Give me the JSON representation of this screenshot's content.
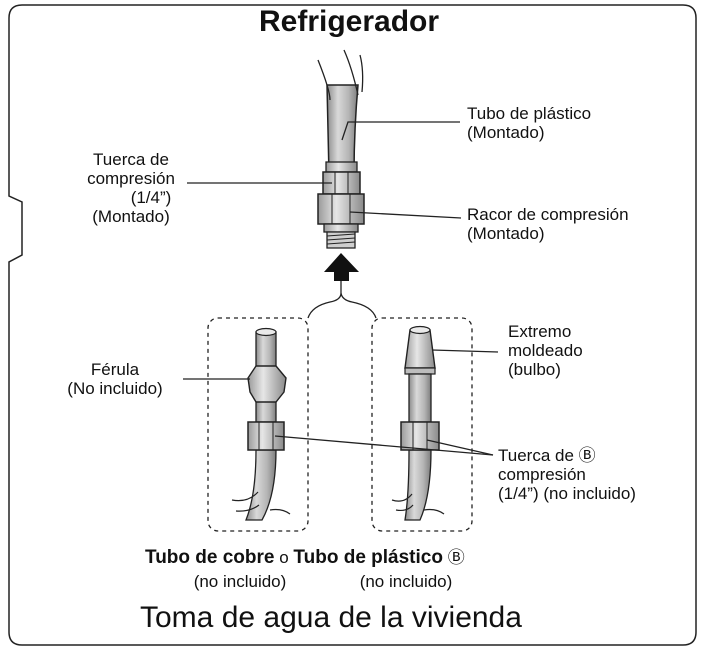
{
  "title_top": "Refrigerador",
  "title_bottom": "Toma de agua de la vivienda",
  "labels": {
    "plastic_tube_top": [
      "Tubo de plástico",
      "(Montado)"
    ],
    "compression_nut_top": [
      "Tuerca de",
      "compresión",
      "(1/4”)",
      "(Montado)"
    ],
    "compression_fitting": [
      "Racor de compresión",
      "(Montado)"
    ],
    "ferrule": [
      "Férula",
      "(No incluido)"
    ],
    "molded_end": [
      "Extremo",
      "moldeado",
      "(bulbo)"
    ],
    "compression_nut_bottom": [
      "Tuerca de Ⓑ",
      "compresión",
      "(1/4”) (no incluido)"
    ]
  },
  "captions": {
    "copper_tube": "Tubo de cobre",
    "or": "o",
    "plastic_tube": "Tubo de plástico",
    "plastic_tube_mark": "Ⓑ",
    "not_included_left": "(no incluido)",
    "not_included_right": "(no incluido)"
  }
}
